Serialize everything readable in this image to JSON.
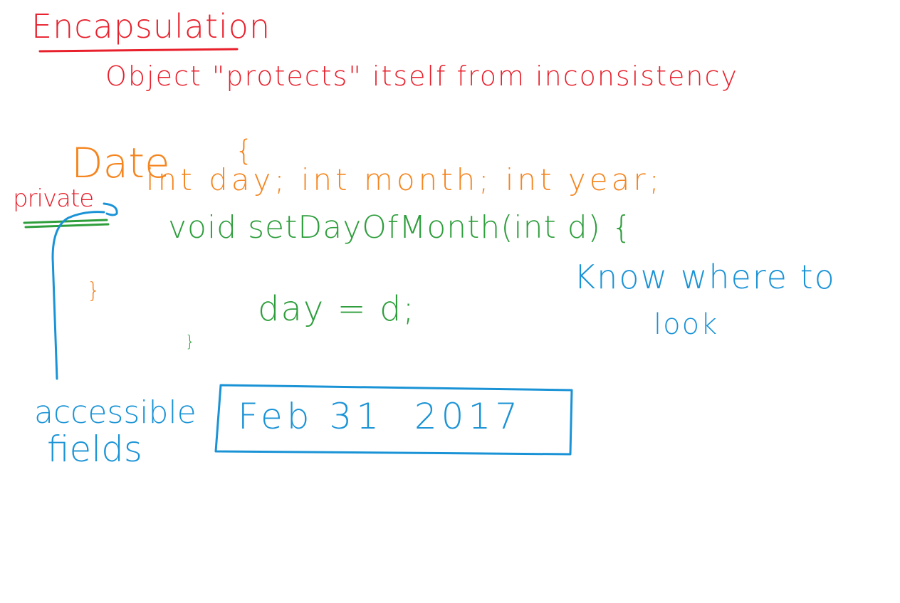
{
  "whiteboard": {
    "heading": "Encapsulation",
    "subheading": "Object \"protects\" itself from inconsistency",
    "class_name": "Date",
    "open_brace": "{",
    "access_label": "private",
    "fields_line": "int day; int month; int year;",
    "method_signature": "void setDayOfMonth(int d) {",
    "method_body": "day = d;",
    "inner_close_brace": "}",
    "outer_close_brace": "}",
    "note_know_where": "Know where to",
    "note_look": "look",
    "accessible_label_1": "accessible",
    "accessible_label_2": "fields",
    "example_date": "Feb 31  2017",
    "colors": {
      "red": "#e8202c",
      "orange": "#f5851f",
      "green": "#2e9e3c",
      "blue": "#1a93d6"
    }
  }
}
